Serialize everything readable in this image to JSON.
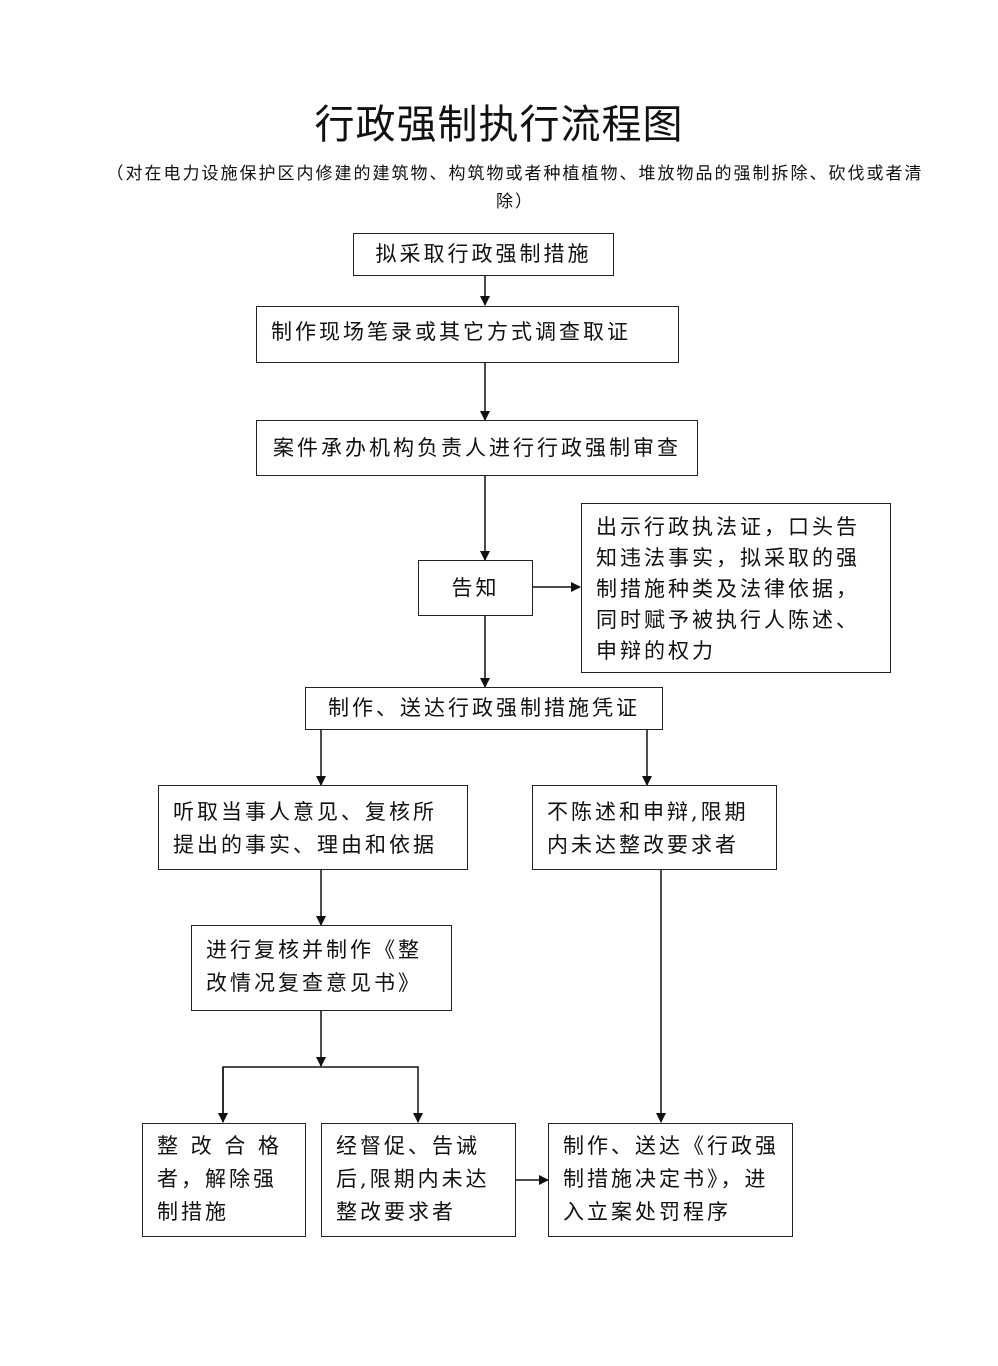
{
  "title": "行政强制执行流程图",
  "subtitle": "（对在电力设施保护区内修建的建筑物、构筑物或者种植植物、堆放物品的强制拆除、砍伐或者清除）",
  "nodes": {
    "start": "拟采取行政强制措施",
    "investigate": "制作现场笔录或其它方式调查取证",
    "review": "案件承办机构负责人进行行政强制审查",
    "notify": "告知",
    "notify_detail": [
      "出示行政执法证，口头告",
      "知违法事实，拟采取的强",
      "制措施种类及法律依据，",
      "同时赋予被执行人陈述、",
      "申辩的权力"
    ],
    "voucher": "制作、送达行政强制措施凭证",
    "hear": [
      "听取当事人意见、复核所",
      "提出的事实、理由和依据"
    ],
    "no_statement": [
      "不陈述和申辩,限期",
      "内未达整改要求者"
    ],
    "recheck": [
      "进行复核并制作《整",
      "改情况复查意见书》"
    ],
    "qualified": [
      "整 改 合 格",
      "者，解除强",
      "制措施"
    ],
    "unqualified": [
      "经督促、告诫",
      "后,限期内未达",
      "整改要求者"
    ],
    "decision": [
      "制作、送达《行政强",
      "制措施决定书》，进",
      "入立案处罚程序"
    ]
  }
}
